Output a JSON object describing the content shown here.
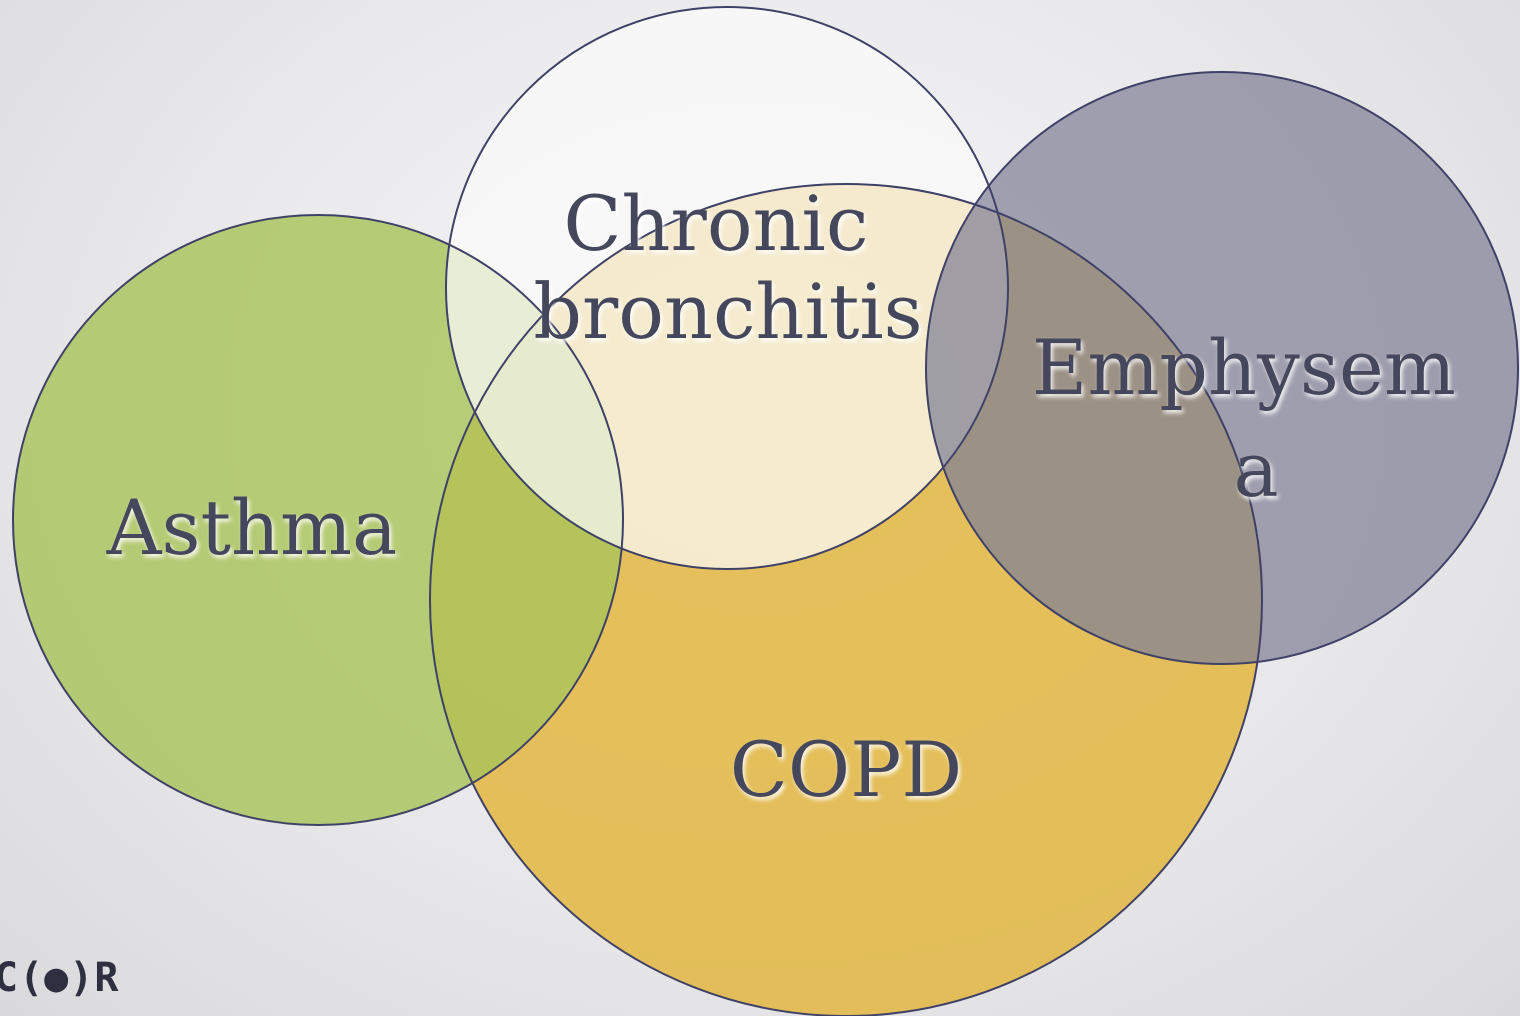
{
  "diagram": {
    "type": "venn",
    "sets": [
      {
        "id": "copd",
        "label_lines": [
          "COPD"
        ],
        "color": "#e2b63f",
        "opacity": 0.85
      },
      {
        "id": "asthma",
        "label_lines": [
          "Asthma"
        ],
        "color": "#a9c35a",
        "opacity": 0.82
      },
      {
        "id": "chronic-bronchitis",
        "label_lines": [
          "Chronic",
          "bronchitis"
        ],
        "color": "#fbfbfb",
        "opacity": 0.72
      },
      {
        "id": "emphysema",
        "label_lines": [
          "Emphysem",
          "a"
        ],
        "color": "#7f7f96",
        "opacity": 0.72
      }
    ]
  },
  "logo": {
    "text": "C(●)R"
  },
  "colors": {
    "outline": "#3f4166",
    "label": "#45475b",
    "background": "#e4e4e7"
  }
}
